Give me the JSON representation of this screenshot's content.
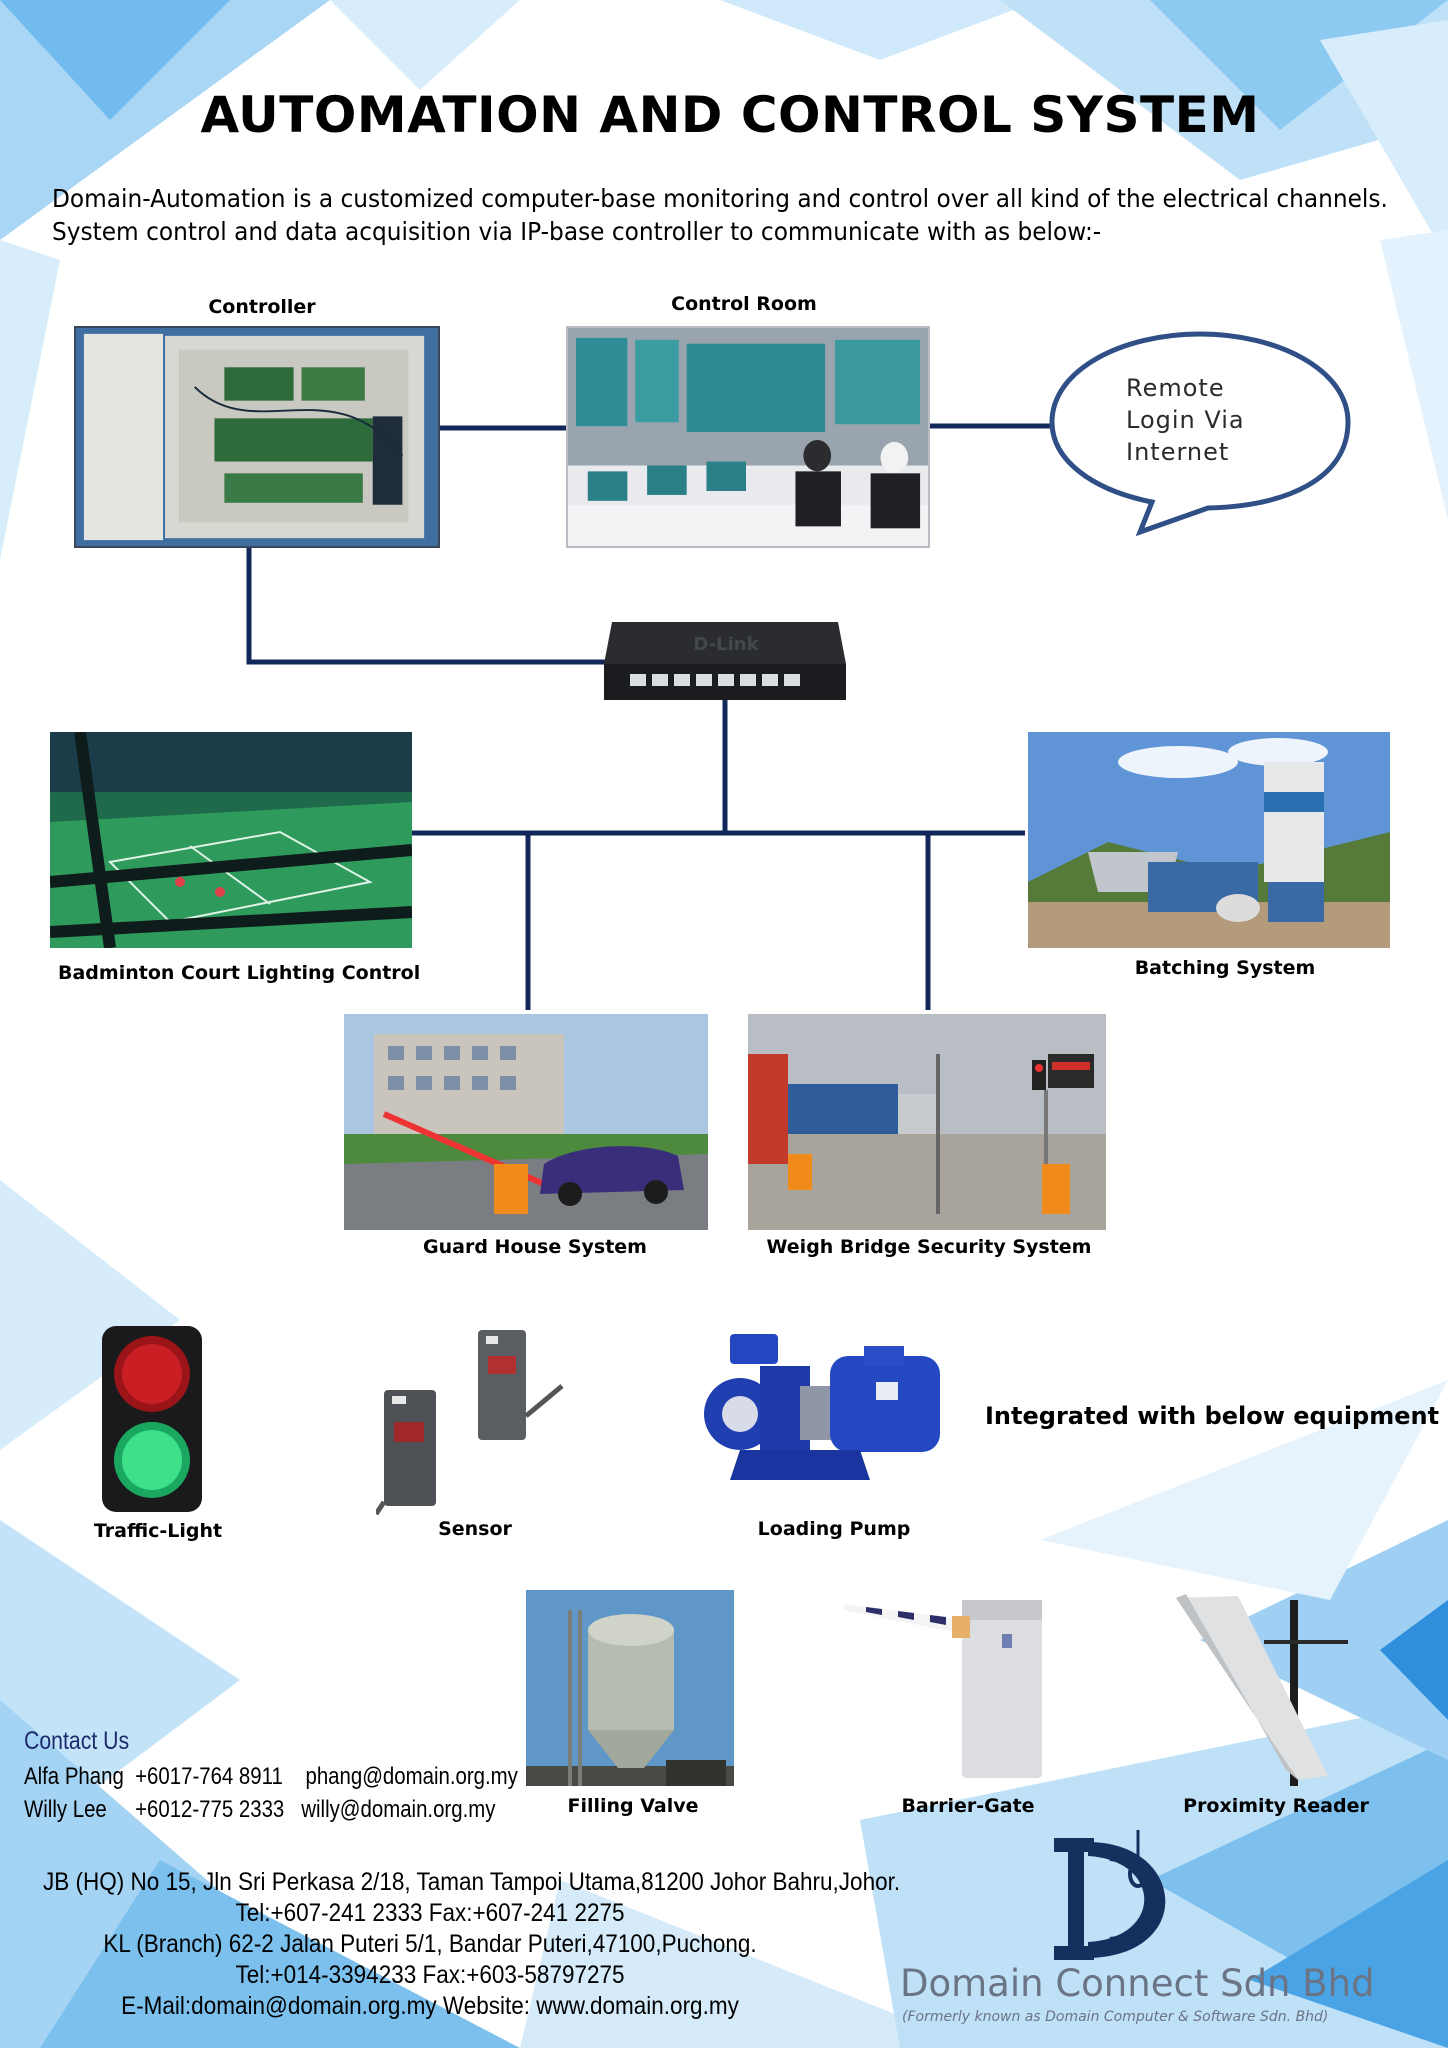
{
  "title": "AUTOMATION AND CONTROL SYSTEM",
  "intro": {
    "line1": "Domain-Automation is a customized computer-base monitoring and control over  all kind of the electrical channels.",
    "line2": "System control and data acquisition via IP-base  controller to communicate with as below:-"
  },
  "diagram": {
    "controller": "Controller",
    "control_room": "Control Room",
    "remote_bubble": [
      "Remote",
      "Login Via",
      "Internet"
    ],
    "switch_brand": "D-Link",
    "badminton": "Badminton Court Lighting Control",
    "batching": "Batching System",
    "guard_house": "Guard House System",
    "weigh_bridge": "Weigh Bridge Security System"
  },
  "equipment": {
    "heading": "Integrated with below equipment",
    "traffic_light": "Traffic-Light",
    "sensor": "Sensor",
    "loading_pump": "Loading Pump",
    "filling_valve": "Filling Valve",
    "barrier_gate": "Barrier-Gate",
    "proximity_reader": "Proximity Reader"
  },
  "contact": {
    "heading": "Contact Us",
    "line1": "Alfa Phang  +6017-764 8911    phang@domain.org.my",
    "line2": "Willy Lee     +6012-775 2333   willy@domain.org.my"
  },
  "address": {
    "hq": "JB (HQ) No 15, Jln Sri Perkasa 2/18, Taman Tampoi Utama,81200 Johor Bahru,Johor.",
    "hq_tel": "Tel:+607-241 2333  Fax:+607-241 2275",
    "kl": "KL (Branch) 62-2 Jalan Puteri 5/1, Bandar Puteri,47100,Puchong.",
    "kl_tel": "Tel:+014-3394233  Fax:+603-58797275",
    "email": "E-Mail:domain@domain.org.my  Website: www.domain.org.my"
  },
  "logo": {
    "name": "Domain Connect Sdn Bhd",
    "subtitle": "(Formerly known as Domain Computer & Software Sdn. Bhd)"
  },
  "colors": {
    "line": "#13285a",
    "bg_blue": "#bfe1f8",
    "contact": "#1d2a6b"
  }
}
